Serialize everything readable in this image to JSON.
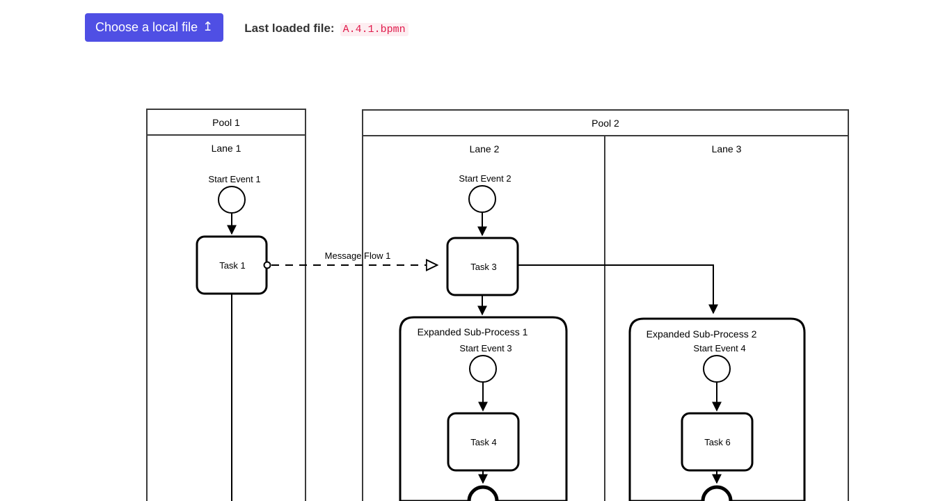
{
  "toolbar": {
    "choose_file_label": "Choose a local file",
    "upload_icon": "upload-arrow-icon",
    "last_loaded_label": "Last loaded file:",
    "last_loaded_filename": "A.4.1.bpmn",
    "button_color": "#4f4fe4",
    "filename_color": "#e01b4c"
  },
  "diagram": {
    "type": "bpmn-collaboration",
    "pools": [
      {
        "id": "pool1",
        "label": "Pool 1",
        "lanes": [
          {
            "id": "lane1",
            "label": "Lane 1"
          }
        ]
      },
      {
        "id": "pool2",
        "label": "Pool 2",
        "lanes": [
          {
            "id": "lane2",
            "label": "Lane 2"
          },
          {
            "id": "lane3",
            "label": "Lane 3"
          }
        ]
      }
    ],
    "events": [
      {
        "id": "start1",
        "label": "Start Event 1",
        "kind": "start",
        "lane": "Lane 1"
      },
      {
        "id": "start2",
        "label": "Start Event 2",
        "kind": "start",
        "lane": "Lane 2"
      },
      {
        "id": "start3",
        "label": "Start Event 3",
        "kind": "start",
        "lane": "Expanded Sub-Process 1"
      },
      {
        "id": "start4",
        "label": "Start Event 4",
        "kind": "start",
        "lane": "Expanded Sub-Process 2"
      }
    ],
    "tasks": [
      {
        "id": "task1",
        "label": "Task 1",
        "lane": "Lane 1"
      },
      {
        "id": "task3",
        "label": "Task 3",
        "lane": "Lane 2"
      },
      {
        "id": "task4",
        "label": "Task 4",
        "lane": "Expanded Sub-Process 1"
      },
      {
        "id": "task6",
        "label": "Task 6",
        "lane": "Expanded Sub-Process 2"
      }
    ],
    "subprocesses": [
      {
        "id": "sub1",
        "label": "Expanded Sub-Process 1",
        "lane": "Lane 2"
      },
      {
        "id": "sub2",
        "label": "Expanded Sub-Process 2",
        "lane": "Lane 3"
      }
    ],
    "flows": [
      {
        "id": "msgflow1",
        "label": "Message Flow 1",
        "kind": "message",
        "from": "task1",
        "to": "task3"
      },
      {
        "id": "sf1",
        "label": "",
        "kind": "sequence",
        "from": "start1",
        "to": "task1"
      },
      {
        "id": "sf2",
        "label": "",
        "kind": "sequence",
        "from": "task1",
        "to": ""
      },
      {
        "id": "sf3",
        "label": "",
        "kind": "sequence",
        "from": "start2",
        "to": "task3"
      },
      {
        "id": "sf4",
        "label": "",
        "kind": "sequence",
        "from": "task3",
        "to": "sub1"
      },
      {
        "id": "sf5",
        "label": "",
        "kind": "sequence",
        "from": "task3",
        "to": "sub2"
      },
      {
        "id": "sf6",
        "label": "",
        "kind": "sequence",
        "from": "start3",
        "to": "task4"
      },
      {
        "id": "sf7",
        "label": "",
        "kind": "sequence",
        "from": "task4",
        "to": "end1"
      },
      {
        "id": "sf8",
        "label": "",
        "kind": "sequence",
        "from": "start4",
        "to": "task6"
      },
      {
        "id": "sf9",
        "label": "",
        "kind": "sequence",
        "from": "task6",
        "to": "end2"
      }
    ]
  }
}
